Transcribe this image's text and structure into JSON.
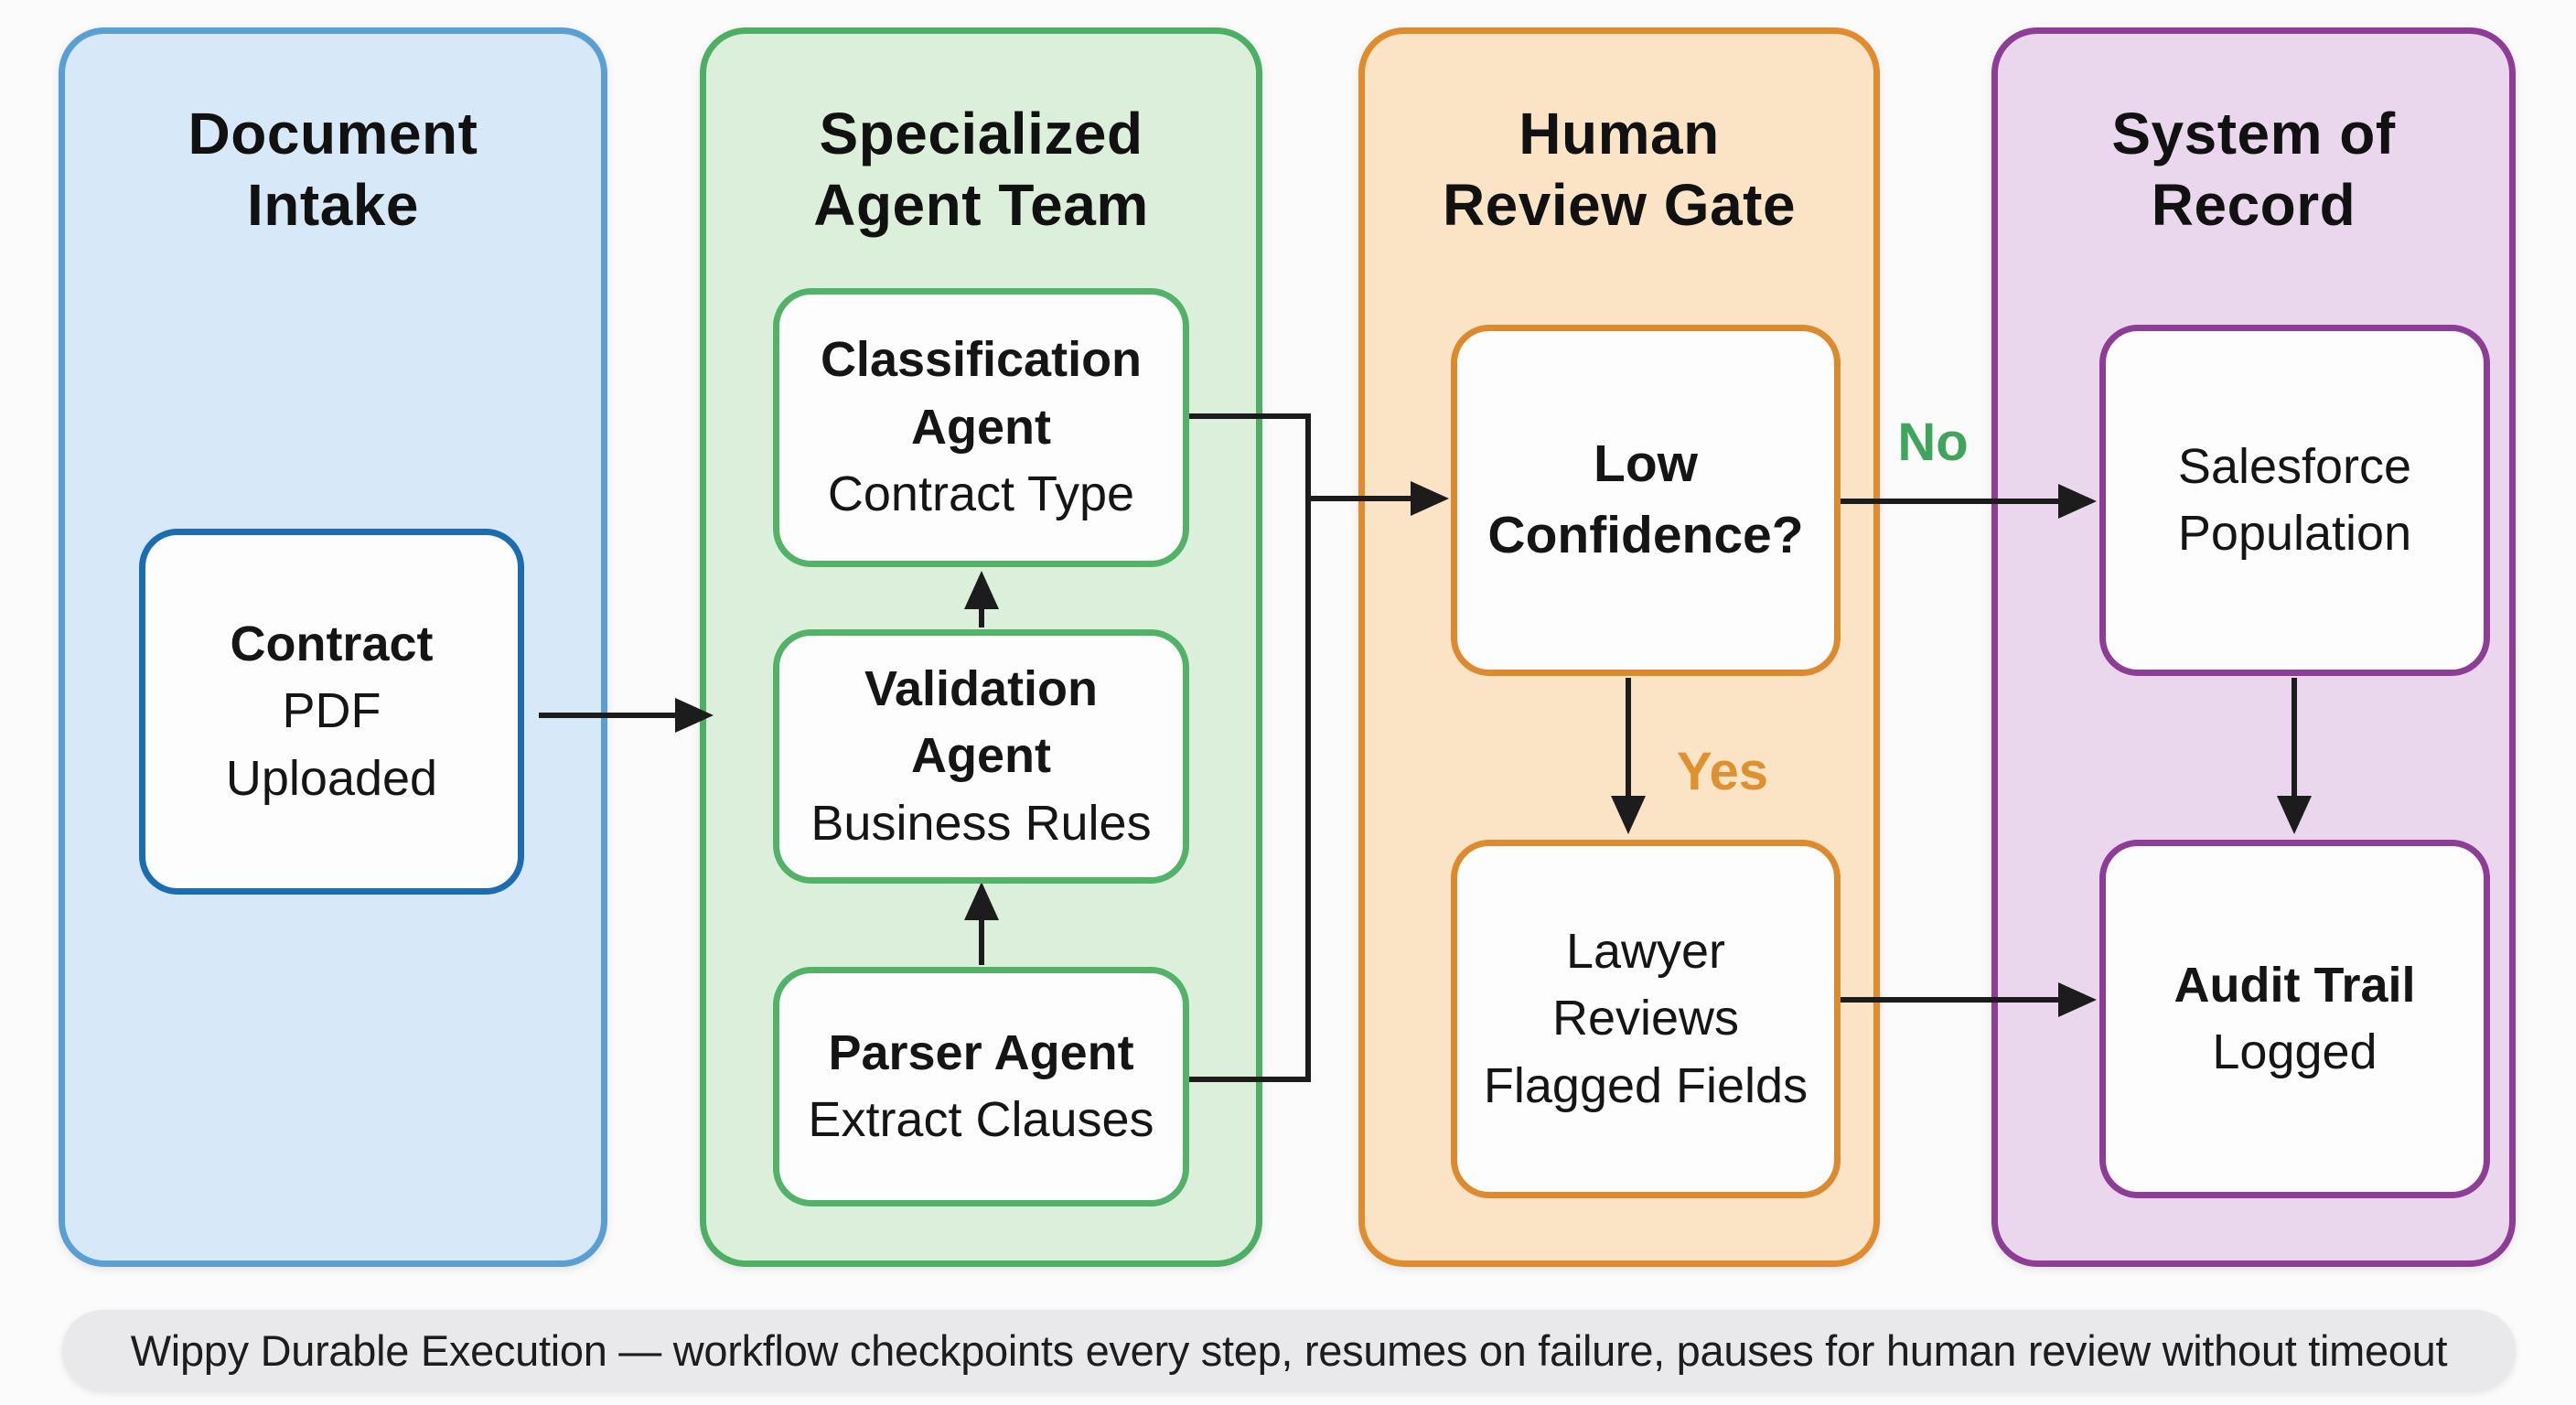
{
  "background": "#fbfbfb",
  "arrow_color": "#1c1c1c",
  "columns": [
    {
      "title": "Document\nIntake",
      "fill": "#d7e9f8",
      "border": "#5a9fd4",
      "box_border": "#1b6cb0",
      "boxes": [
        {
          "lines": [
            "Contract",
            "PDF",
            "Uploaded"
          ]
        }
      ]
    },
    {
      "title": "Specialized\nAgent Team",
      "fill": "#dcefdb",
      "border": "#4daf63",
      "box_border": "#52b268",
      "boxes": [
        {
          "lines": [
            "Classification",
            "Agent",
            "Contract Type"
          ]
        },
        {
          "lines": [
            "Validation",
            "Agent",
            "Business Rules"
          ]
        },
        {
          "lines": [
            "Parser Agent",
            "Extract Clauses"
          ]
        }
      ]
    },
    {
      "title": "Human\nReview Gate",
      "fill": "#fbe4c6",
      "border": "#e08c2e",
      "box_border": "#dd8a2f",
      "boxes": [
        {
          "lines": [
            "Low",
            "Confidence?"
          ]
        },
        {
          "lines": [
            "Lawyer",
            "Reviews",
            "Flagged Fields"
          ]
        }
      ]
    },
    {
      "title": "System of\nRecord",
      "fill": "#ead7ee",
      "border": "#8d3d96",
      "box_border": "#8d3d96",
      "boxes": [
        {
          "lines": [
            "Salesforce",
            "Population"
          ]
        },
        {
          "lines": [
            "Audit Trail",
            "Logged"
          ]
        }
      ]
    }
  ],
  "edge_labels": {
    "no": {
      "text": "No",
      "color": "#3fa45c"
    },
    "yes": {
      "text": "Yes",
      "color": "#e0912f"
    }
  },
  "footer": {
    "text": "Wippy Durable Execution — workflow checkpoints every step, resumes on failure, pauses for human review without timeout",
    "fill": "#e9e9eb"
  }
}
